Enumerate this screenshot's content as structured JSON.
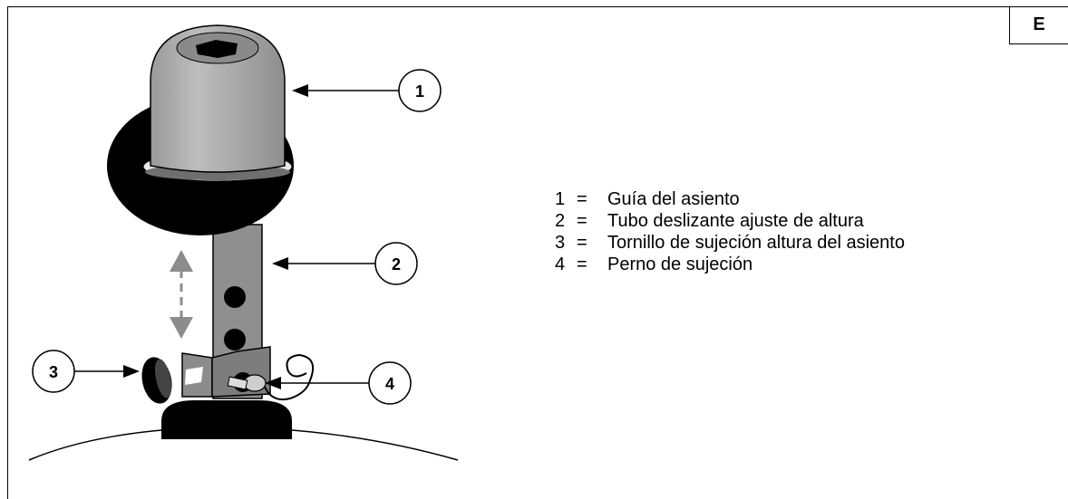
{
  "badge": "E",
  "callouts": [
    "1",
    "2",
    "3",
    "4"
  ],
  "legend": [
    {
      "num": "1",
      "eq": "=",
      "text": "Guía del asiento"
    },
    {
      "num": "2",
      "eq": "=",
      "text": "Tubo deslizante ajuste de altura"
    },
    {
      "num": "3",
      "eq": "=",
      "text": "Tornillo de sujeción altura del asiento"
    },
    {
      "num": "4",
      "eq": "=",
      "text": "Perno de sujeción"
    }
  ]
}
